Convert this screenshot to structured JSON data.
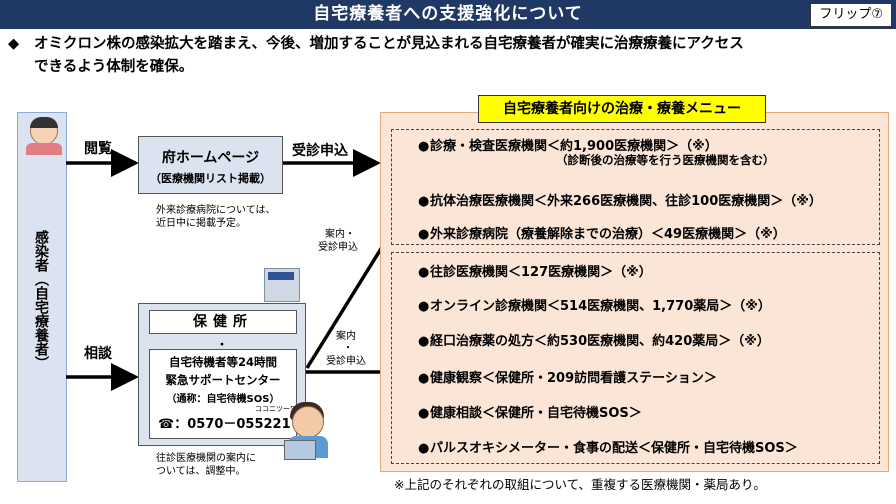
{
  "header": {
    "title": "自宅療養者への支援強化について",
    "flip_label": "フリップ⑦"
  },
  "lead": {
    "bullet": "◆",
    "line1": "オミクロン株の感染拡大を踏まえ、今後、増加することが見込まれる自宅療養者が確実に治療療養にアクセス",
    "line2": "できるよう体制を確保。"
  },
  "patient": {
    "label": "感染者（自宅療養者）"
  },
  "flow": {
    "browse": "閲覧",
    "consult": "相談",
    "apply_top": "受診申込",
    "guide_upper_1": "案内・",
    "guide_upper_2": "受診申込",
    "guide_lower_1": "案内",
    "guide_lower_2": "・",
    "guide_lower_3": "受診申込"
  },
  "prefecture": {
    "title": "府ホームページ",
    "sub": "（医療機関リスト掲載）",
    "note1": "外来診療病院については、",
    "note2": "近日中に掲載予定。"
  },
  "health_center": {
    "title": "保健所",
    "dot": "・",
    "line1": "自宅待機者等24時間",
    "line2": "緊急サポートセンター",
    "line3": "（通称：自宅待機SOS）",
    "ruby": "ココニツーワ(ン)",
    "phone": "☎：0570－055221",
    "note1": "往診医療機関の案内に",
    "note2": "ついては、調整中。"
  },
  "menu": {
    "title": "自宅療養者向けの治療・療養メニュー",
    "bullet": "●",
    "group1": [
      "診療・検査医療機関＜約1,900医療機関＞（※）",
      "抗体治療医療機関＜外来266医療機関、往診100医療機関＞（※）",
      "外来診療病院（療養解除までの治療）＜49医療機関＞（※）"
    ],
    "group1_sub": "（診断後の治療等を行う医療機関を含む）",
    "group2": [
      "往診医療機関＜127医療機関＞（※）",
      "オンライン診療機関＜514医療機関、1,770薬局＞（※）",
      "経口治療薬の処方＜約530医療機関、約420薬局＞（※）",
      "健康観察＜保健所・209訪問看護ステーション＞",
      "健康相談＜保健所・自宅待機SOS＞",
      "パルスオキシメーター・食事の配送＜保健所・自宅待機SOS＞"
    ],
    "footnote": "※上記のそれぞれの取組について、重複する医療機関・薬局あり。"
  },
  "colors": {
    "title_bg": "#1f3864",
    "box_blue": "#dbe3f0",
    "menu_bg": "#fbe5d6",
    "menu_head": "#ffff00"
  }
}
